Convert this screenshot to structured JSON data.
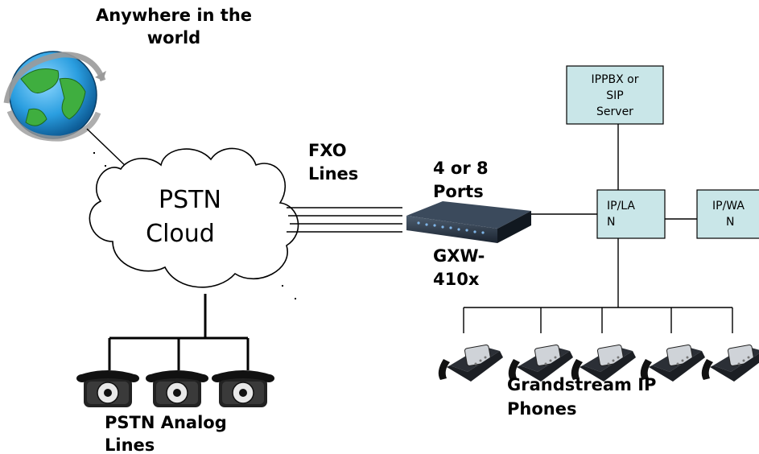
{
  "labels": {
    "world_line1": "Anywhere in the",
    "world_line2": "world",
    "fxo_line1": "FXO",
    "fxo_line2": "Lines",
    "ports_line1": "4 or 8",
    "ports_line2": "Ports",
    "gxw_line1": "GXW-",
    "gxw_line2": "410x",
    "pstn_analog_line1": "PSTN Analog",
    "pstn_analog_line2": "Lines",
    "ipphones_line1": "Grandstream IP",
    "ipphones_line2": "Phones",
    "cloud_line1": "PSTN",
    "cloud_line2": "Cloud"
  },
  "boxes": {
    "ippbx": [
      "IPPBX or",
      "SIP",
      "Server"
    ],
    "iplan": [
      "IP/LA",
      "N"
    ],
    "ipwan": [
      "IP/WA",
      "N"
    ]
  },
  "colors": {
    "box_fill": "#c9e6e8",
    "line": "#000000"
  }
}
